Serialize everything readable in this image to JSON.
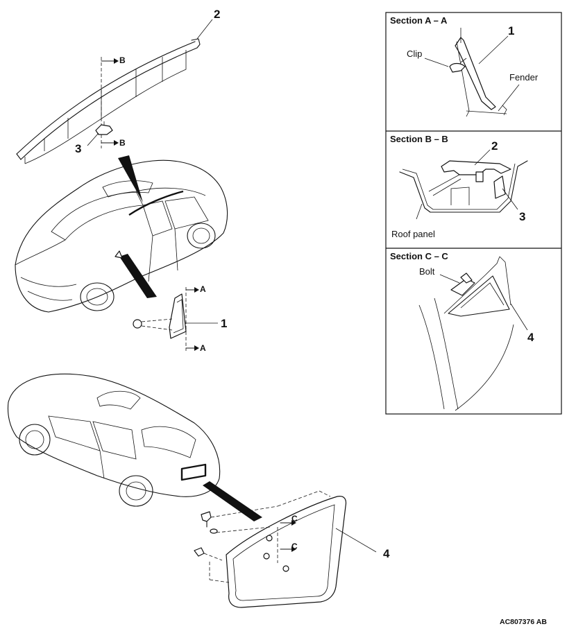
{
  "callouts": {
    "top_molding": "2",
    "top_clip": "3",
    "corner_piece": "1",
    "garnish": "4"
  },
  "section_arrows": {
    "b_upper": "B",
    "b_lower": "B",
    "a_upper": "A",
    "a_lower": "A",
    "c_upper": "C",
    "c_lower": "C"
  },
  "sections": {
    "aa": {
      "title": "Section A – A",
      "clip_label": "Clip",
      "fender_label": "Fender",
      "number": "1"
    },
    "bb": {
      "title": "Section B – B",
      "roof_label": "Roof panel",
      "number_top": "2",
      "number_right": "3"
    },
    "cc": {
      "title": "Section C – C",
      "bolt_label": "Bolt",
      "number": "4"
    }
  },
  "reference_code": "AC807376 AB"
}
